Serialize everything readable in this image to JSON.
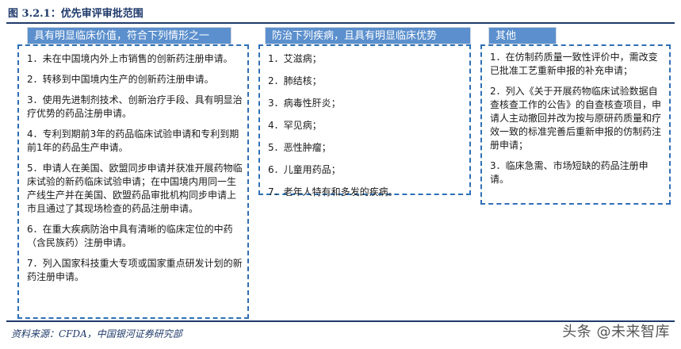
{
  "figure_title": "图 3.2.1：优先审评审批范围",
  "columns": [
    {
      "header": "具有明显临床价值，符合下列情形之一",
      "items": [
        "1．未在中国境内外上市销售的创新药注册申请。",
        "2．转移到中国境内生产的创新药注册申请。",
        "3．使用先进制剂技术、创新治疗手段、具有明显治疗优势的药品注册申请。",
        "4．专利到期前3年的药品临床试验申请和专利到期前1年的药品生产申请。",
        "5．申请人在美国、欧盟同步申请并获准开展药物临床试验的新药临床试验申请；在中国境内用同一生产线生产并在美国、欧盟药品审批机构同步申请上市且通过了其现场检查的药品注册申请。",
        "6．在重大疾病防治中具有清晰的临床定位的中药（含民族药）注册申请。",
        "7．列入国家科技重大专项或国家重点研发计划的新药注册申请。"
      ]
    },
    {
      "header": "防治下列疾病，且具有明显临床优势",
      "items": [
        "1．艾滋病；",
        "2．肺结核；",
        "3．病毒性肝炎；",
        "4．罕见病；",
        "5．恶性肿瘤；",
        "6．儿童用药品；",
        "7．老年人特有和多发的疾病。"
      ]
    },
    {
      "header": "其他",
      "items": [
        "1．在仿制药质量一致性评价中，需改变已批准工艺重新申报的补充申请；",
        "2．列入《关于开展药物临床试验数据自查核查工作的公告》的自查核查项目，申请人主动撤回并改为按与原研药质量和疗效一致的标准完善后重新申报的仿制药注册申请；",
        "3．临床急需、市场短缺的药品注册申请。"
      ]
    }
  ],
  "source": "资料来源：CFDA，中国银河证券研究部",
  "watermark": "头条 @未来智库"
}
